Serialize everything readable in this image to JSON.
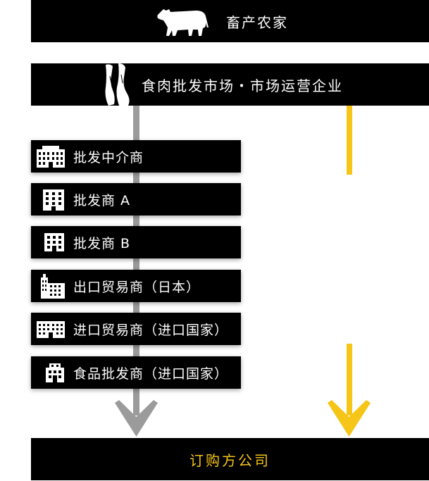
{
  "header": {
    "label": "畜产农家",
    "icon": "cow-icon"
  },
  "market": {
    "label": "食肉批发市场・市场运营企业",
    "icon": "meat-carcass-icon"
  },
  "stages": [
    {
      "label": "批发中介商",
      "icon": "office-building-icon"
    },
    {
      "label": "批发商 A",
      "icon": "building-icon"
    },
    {
      "label": "批发商 B",
      "icon": "building-icon"
    },
    {
      "label": "出口贸易商（日本）",
      "icon": "tower-building-icon"
    },
    {
      "label": "进口贸易商（进口国家）",
      "icon": "wide-building-icon"
    },
    {
      "label": "食品批发商（进口国家）",
      "icon": "shop-building-icon"
    }
  ],
  "buyer": {
    "label": "订购方公司"
  },
  "colors": {
    "bar": "#000000",
    "text": "#ffffff",
    "accent": "#f5c518",
    "gray_line": "#9b9b9b"
  }
}
